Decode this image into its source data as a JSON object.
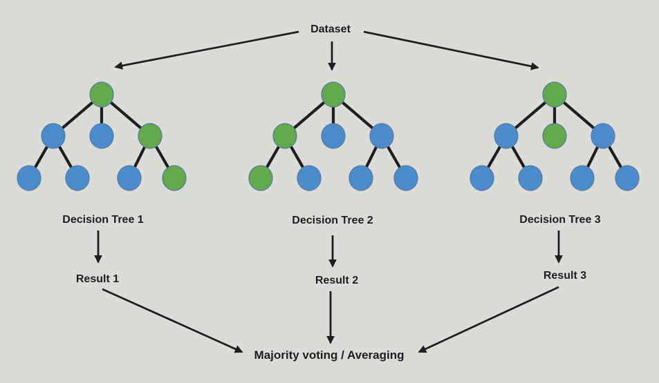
{
  "labels": {
    "dataset": "Dataset",
    "aggregation": "Majority voting / Averaging"
  },
  "trees": [
    {
      "label": "Decision Tree 1",
      "result": "Result 1",
      "root": "green",
      "level2": [
        "blue",
        "blue",
        "green"
      ],
      "level3": [
        "blue",
        "blue",
        "blue",
        "green"
      ]
    },
    {
      "label": "Decision Tree 2",
      "result": "Result 2",
      "root": "green",
      "level2": [
        "green",
        "blue",
        "blue"
      ],
      "level3": [
        "green",
        "blue",
        "blue",
        "blue"
      ]
    },
    {
      "label": "Decision Tree 3",
      "result": "Result 3",
      "root": "green",
      "level2": [
        "blue",
        "green",
        "blue"
      ],
      "level3": [
        "blue",
        "blue",
        "blue",
        "blue"
      ]
    }
  ],
  "palette": {
    "green": "#61a94a",
    "blue": "#4a8ccb",
    "node_border": "#5a7b9e",
    "line": "#1e1e1e",
    "background": "#dbdbd7"
  }
}
